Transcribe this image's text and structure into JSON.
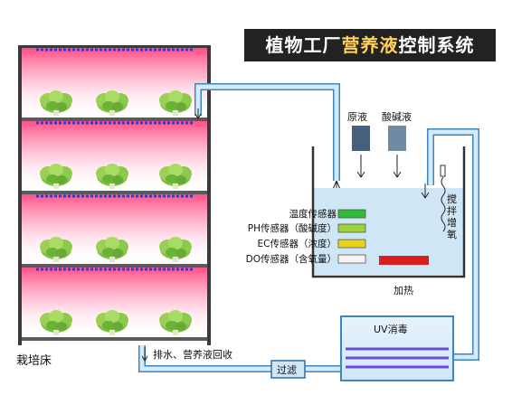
{
  "title": {
    "part1": "植物工厂",
    "part2": "营养液",
    "part3": "控制系统"
  },
  "bed_label": "栽培床",
  "tanks": {
    "stock": "原液",
    "acid": "酸碱液"
  },
  "sensors": [
    {
      "label": "温度传感器",
      "color": "#2dbb3a"
    },
    {
      "label": "PH传感器（酸碱度）",
      "color": "#9bd43a"
    },
    {
      "label": "EC传感器（浓度）",
      "color": "#e8d41c"
    },
    {
      "label": "DO传感器（含氧量）",
      "color": "#f4f4f4"
    }
  ],
  "stir_label": "搅拌增氧",
  "heat_label": "加热",
  "uv_label": "UV消毒",
  "filter_label": "过滤",
  "drain_label": "排水、营养液回收",
  "colors": {
    "pipe": "#6aaedd",
    "water": "#cfe6f7",
    "led": "#ff4f86",
    "heater": "#d81e1e",
    "uv": "#6f4bd8"
  }
}
